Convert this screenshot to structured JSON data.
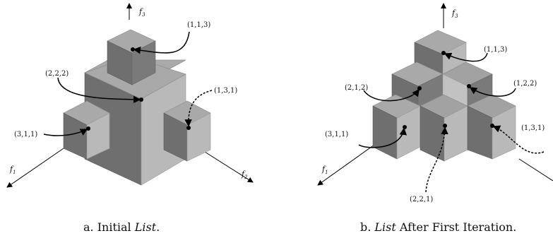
{
  "panel_a": {
    "axes": {
      "f1": "f",
      "f1_sub": "1",
      "f2": "f",
      "f2_sub": "2",
      "f3": "f",
      "f3_sub": "3"
    },
    "points": [
      "(1,1,3)",
      "(2,2,2)",
      "(1,3,1)",
      "(3,1,1)"
    ],
    "caption_prefix": "a. Initial ",
    "caption_italic": "List",
    "caption_suffix": "."
  },
  "panel_b": {
    "axes": {
      "f1": "f",
      "f1_sub": "1",
      "f3": "f",
      "f3_sub": "3"
    },
    "points": [
      "(1,1,3)",
      "(2,1,2)",
      "(1,2,2)",
      "(3,1,1)",
      "(1,3,1)",
      "(2,2,1)"
    ],
    "caption_prefix": "b. ",
    "caption_italic": "List",
    "caption_suffix": " After First Iteration."
  }
}
